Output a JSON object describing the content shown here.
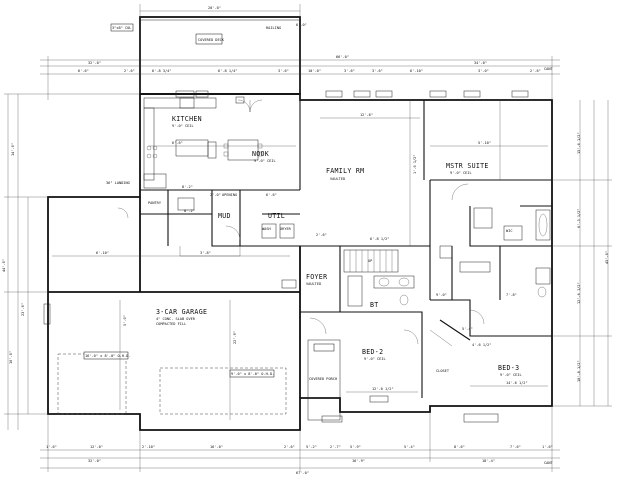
{
  "rooms": {
    "covered_deck": {
      "name": "COVERED DECK"
    },
    "kitchen": {
      "name": "KITCHEN",
      "ceiling": "9'-0\" CEIL"
    },
    "nook": {
      "name": "NOOK",
      "ceiling": "9'-0\" CEIL"
    },
    "family_rm": {
      "name": "FAMILY RM",
      "ceiling": "VAULTED"
    },
    "mstr_suite": {
      "name": "MSTR SUITE",
      "ceiling": "9'-0\" CEIL"
    },
    "mud": {
      "name": "MUD"
    },
    "util": {
      "name": "UTIL"
    },
    "garage": {
      "name": "3-CAR GARAGE",
      "note1": "4\" CONC. SLAB OVER",
      "note2": "COMPACTED FILL"
    },
    "foyer": {
      "name": "FOYER",
      "ceiling": "VAULTED"
    },
    "bath": {
      "name": "BT"
    },
    "bed2": {
      "name": "BED-2",
      "ceiling": "9'-0\" CEIL"
    },
    "bed3": {
      "name": "BED-3",
      "ceiling": "9'-0\" CEIL"
    },
    "covered_porch": {
      "name": "COVERED PORCH"
    },
    "pantry": {
      "name": "PANTRY"
    },
    "wic": {
      "name": "WIC"
    },
    "closet": {
      "name": "CLOSET"
    },
    "wash": {
      "name": "WASH"
    },
    "dryer": {
      "name": "DRYER"
    }
  },
  "labels": {
    "bbq_col": "3\"x8\" COL",
    "railing": "RAILING",
    "landing": "36\" LANDING",
    "garage_door_1": "16'-0\" x 8'-0\" O.H.D.",
    "garage_door_2": "9'-0\" x 8'-0\" O.H.D.",
    "cant_top": "CANT",
    "cant_bottom": "CANT",
    "opening": "OPENING",
    "stairs": "UP"
  },
  "dims": {
    "top_overall": "20'-0\"",
    "top_deck_right": "6'-0\"",
    "top_width": "66'-0\"",
    "top_row": [
      "6'-6\"",
      "2'-6\"",
      "6'-8 3/4\"",
      "6'-8 1/4\"",
      "3'-6\"",
      "10'-0\"",
      "3'-6\"",
      "3'-6\"",
      "6'-10\"",
      "3'-0\"",
      "2'-6\""
    ],
    "top_left_run": "32'-0\"",
    "top_right_run": "34'-0\"",
    "left_overall": "44'-0\"",
    "left_upper": "14'-0\"",
    "left_mid": "23'-6\"",
    "left_low": "10'-0\"",
    "right_overall": "45'-0\"",
    "right_segments": [
      "15'-6 1/2\"",
      "6'-3 1/2\"",
      "12'-6 1/2\"",
      "10'-8 1/2\""
    ],
    "bottom_row": [
      "1'-6\"",
      "12'-0\"",
      "2'-10\"",
      "16'-0\"",
      "2'-6\"",
      "5'-2\"",
      "2'-7\"",
      "5'-9\"",
      "5'-4\"",
      "8'-6\"",
      "7'-6\"",
      "1'-6\""
    ],
    "bottom_left_run": "32'-0\"",
    "bottom_mid_run": "16'-9\"",
    "bottom_right_run": "18'-4\"",
    "bottom_overall": "67'-0\"",
    "interior": [
      "6'-6\"",
      "8'-2\"",
      "8'-2\"",
      "2'-0\"",
      "12'-6\"",
      "5'-10\"",
      "6'-10\"",
      "3'-8\"",
      "6'-6\"",
      "2'-6\"",
      "6'-8 1/2\"",
      "9'-0\"",
      "7'-8\"",
      "5'-4\"",
      "4'-6 1/2\"",
      "14'-6 1/2\"",
      "22'-9\"",
      "12'-0 1/2\"",
      "5'-0\"",
      "1'-6 1/2\""
    ]
  }
}
